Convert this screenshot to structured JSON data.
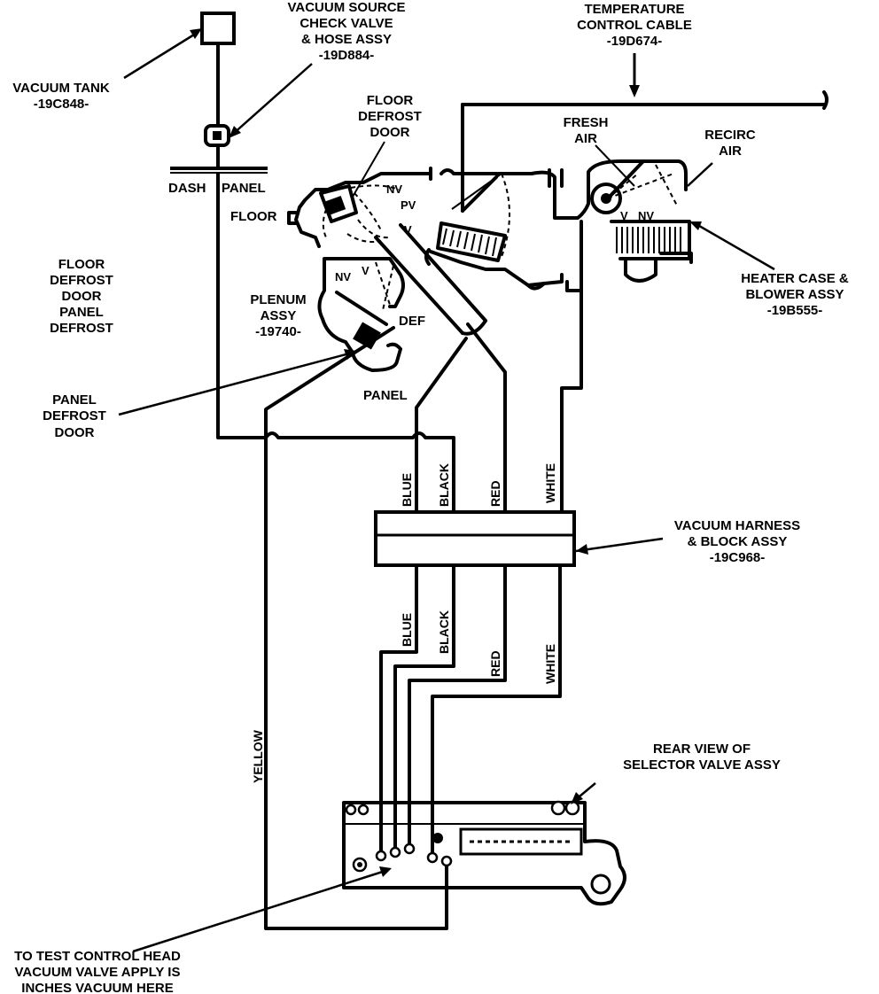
{
  "labels": {
    "vacuum_source": [
      "VACUUM SOURCE",
      "CHECK VALVE",
      "& HOSE ASSY",
      "-19D884-"
    ],
    "temperature_cable": [
      "TEMPERATURE",
      "CONTROL CABLE",
      "-19D674-"
    ],
    "vacuum_tank": [
      "VACUUM TANK",
      "-19C848-"
    ],
    "floor_defrost_door_top": [
      "FLOOR",
      "DEFROST",
      "DOOR"
    ],
    "fresh_air": [
      "FRESH",
      "AIR"
    ],
    "recirc_air": [
      "RECIRC",
      "AIR"
    ],
    "dash": "DASH",
    "panel_dash": "PANEL",
    "floor": "FLOOR",
    "nv_floor": "NV",
    "pv_floor": "PV",
    "v_floor": "V",
    "v_fresh": "V",
    "nv_fresh": "NV",
    "heater_case": [
      "HEATER CASE &",
      "BLOWER ASSY",
      "-19B555-"
    ],
    "floor_defrost_left": [
      "FLOOR",
      "DEFROST",
      "DOOR",
      "PANEL",
      "DEFROST"
    ],
    "nv_plenum": "NV",
    "v_plenum": "V",
    "plenum_assy": [
      "PLENUM",
      "ASSY",
      "-19740-"
    ],
    "def": "DEF",
    "panel_defrost_door": [
      "PANEL",
      "DEFROST",
      "DOOR"
    ],
    "panel_bottom": "PANEL",
    "hose_upper": [
      "BLUE",
      "BLACK",
      "RED",
      "WHITE"
    ],
    "vacuum_harness": [
      "VACUUM HARNESS",
      "& BLOCK ASSY",
      "-19C968-"
    ],
    "hose_lower": [
      "BLUE",
      "BLACK",
      "RED",
      "WHITE"
    ],
    "yellow": "YELLOW",
    "rear_view": [
      "REAR VIEW OF",
      "SELECTOR VALVE ASSY"
    ],
    "test_note": [
      "TO TEST CONTROL HEAD",
      "VACUUM VALVE APPLY IS",
      "INCHES VACUUM HERE"
    ]
  }
}
